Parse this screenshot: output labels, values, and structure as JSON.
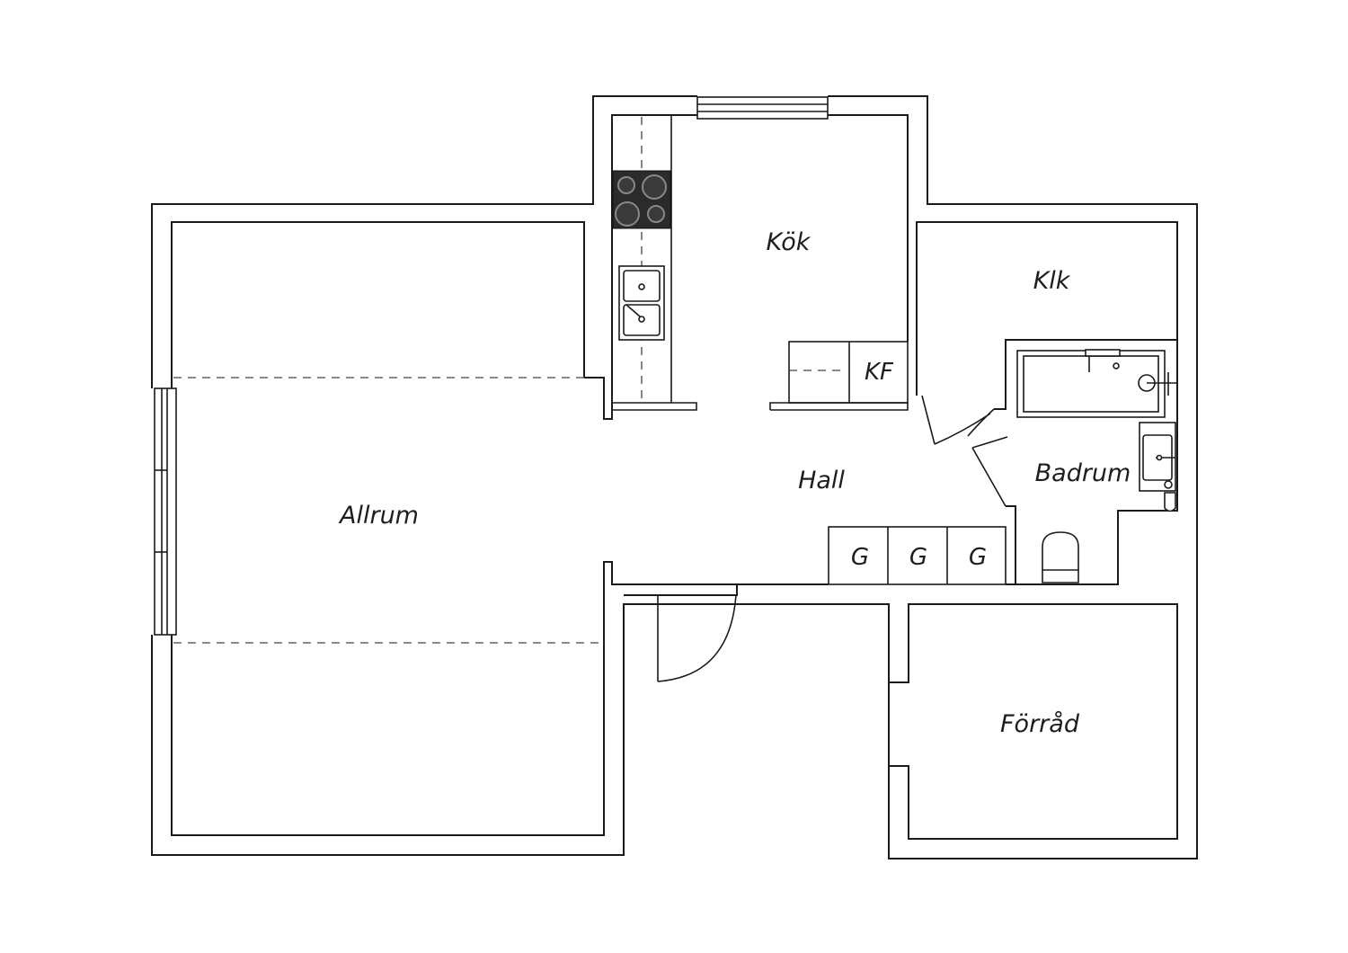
{
  "rooms": {
    "kok": "Kök",
    "klk": "Klk",
    "kf": "KF",
    "hall": "Hall",
    "badrum": "Badrum",
    "allrum": "Allrum",
    "forrad": "Förråd",
    "g1": "G",
    "g2": "G",
    "g3": "G"
  }
}
